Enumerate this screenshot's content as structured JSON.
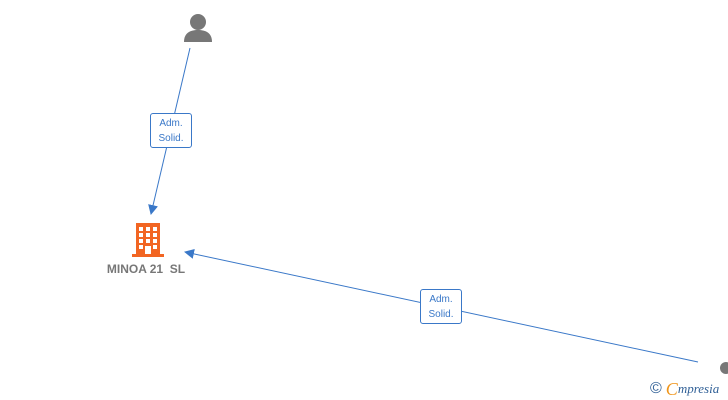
{
  "nodes": {
    "person_top": {
      "icon": "person-icon",
      "color": "#777777"
    },
    "company": {
      "icon": "building-icon",
      "label": "MINOA 21  SL",
      "color": "#f26522"
    },
    "person_right": {
      "icon": "person-icon",
      "color": "#777777"
    }
  },
  "edges": [
    {
      "from": "person_top",
      "to": "company",
      "label_line1": "Adm.",
      "label_line2": "Solid."
    },
    {
      "from": "person_right",
      "to": "company",
      "label_line1": "Adm.",
      "label_line2": "Solid."
    }
  ],
  "edge_color": "#3a78c8",
  "watermark": {
    "symbol": "©",
    "brand_initial": "C",
    "brand_rest": "mpresia",
    "colors": {
      "text": "#2f5f96",
      "accent": "#f0951a"
    }
  }
}
